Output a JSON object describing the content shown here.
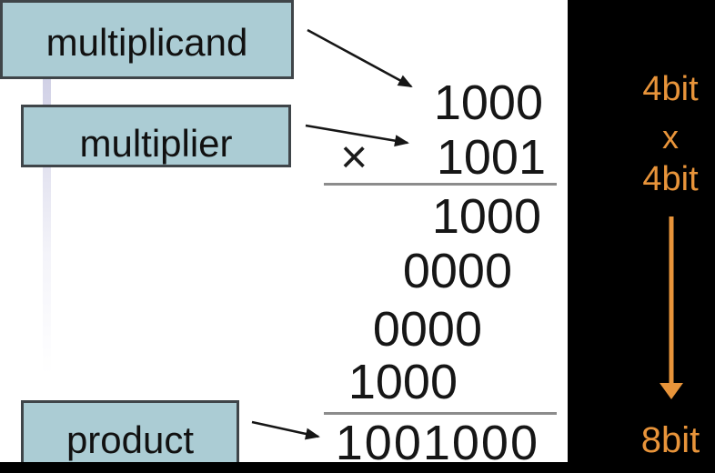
{
  "labels": {
    "multiplicand": "multiplicand",
    "multiplier": "multiplier",
    "product": "product"
  },
  "multiplication": {
    "multiplicand": "1000",
    "operator": "×",
    "multiplier": "1001",
    "partial_products": [
      "1000",
      "0000",
      "0000",
      "1000"
    ],
    "product": "1001000"
  },
  "annotation": {
    "top_operand": "4bit",
    "operator": "x",
    "bottom_operand": "4bit",
    "result": "8bit"
  },
  "colors": {
    "box_fill": "#abccd4",
    "box_border": "#3f4549",
    "accent_orange": "#e8943a",
    "rule_gray": "#8c8c8c"
  }
}
